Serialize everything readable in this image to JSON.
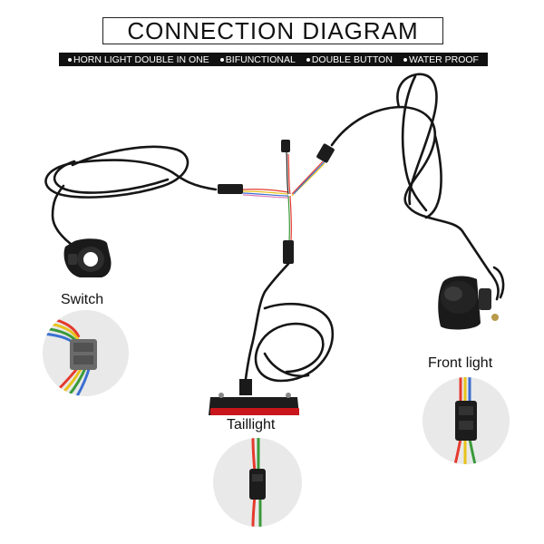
{
  "header": {
    "title": "CONNECTION DIAGRAM",
    "features": [
      "HORN LIGHT DOUBLE IN ONE",
      "BIFUNCTIONAL",
      "DOUBLE BUTTON",
      "WATER PROOF"
    ]
  },
  "labels": {
    "switch": "Switch",
    "taillight": "Taillight",
    "front_light": "Front light"
  },
  "colors": {
    "cable": "#161616",
    "taillight_red": "#c8161c",
    "connector_gray": "#6a6a6a",
    "wire_red": "#e53a2e",
    "wire_yellow": "#e8c21a",
    "wire_green": "#3a9a3a",
    "wire_blue": "#3b6fd1",
    "wire_pink": "#e07bb8"
  },
  "icons": {
    "switch": "handlebar-switch-icon",
    "taillight": "taillight-icon",
    "front_light": "front-light-icon",
    "connector": "connector-icon"
  }
}
